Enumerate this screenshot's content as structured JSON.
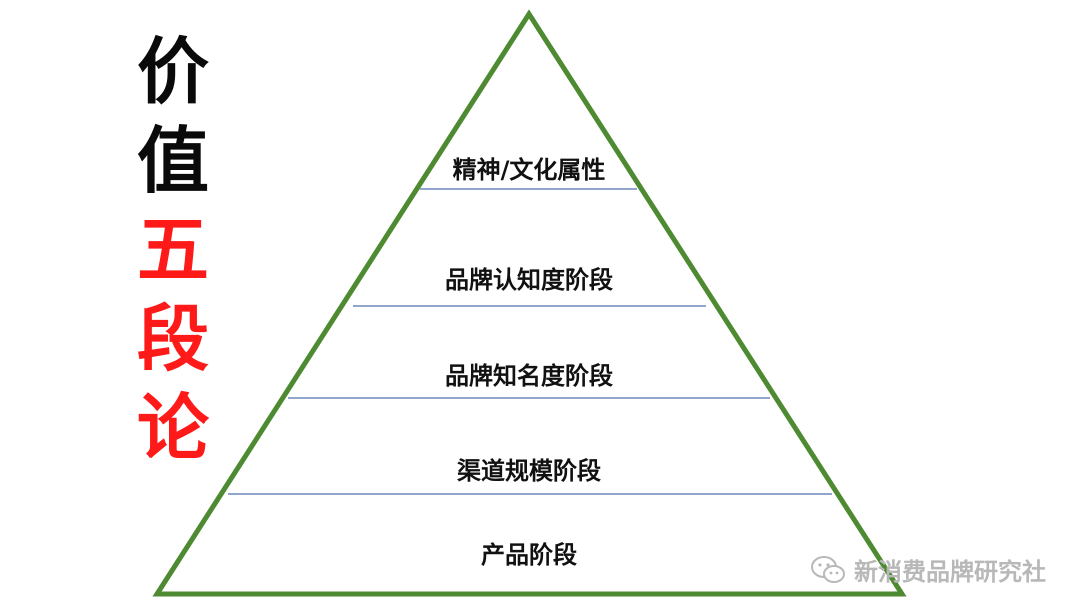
{
  "title": {
    "chars": [
      "价",
      "值",
      "五",
      "段",
      "论"
    ],
    "colors": [
      "#0a0a0a",
      "#0a0a0a",
      "#ff1a1a",
      "#ff1a1a",
      "#ff1a1a"
    ]
  },
  "pyramid": {
    "outline_color": "#4e8a31",
    "divider_color": "#6d89b8",
    "tiers": [
      {
        "label": "精神/文化属性"
      },
      {
        "label": "品牌认知度阶段"
      },
      {
        "label": "品牌知名度阶段"
      },
      {
        "label": "渠道规模阶段"
      },
      {
        "label": "产品阶段"
      }
    ]
  },
  "watermark": {
    "text": "新消费品牌研究社",
    "icon": "wechat-icon"
  }
}
